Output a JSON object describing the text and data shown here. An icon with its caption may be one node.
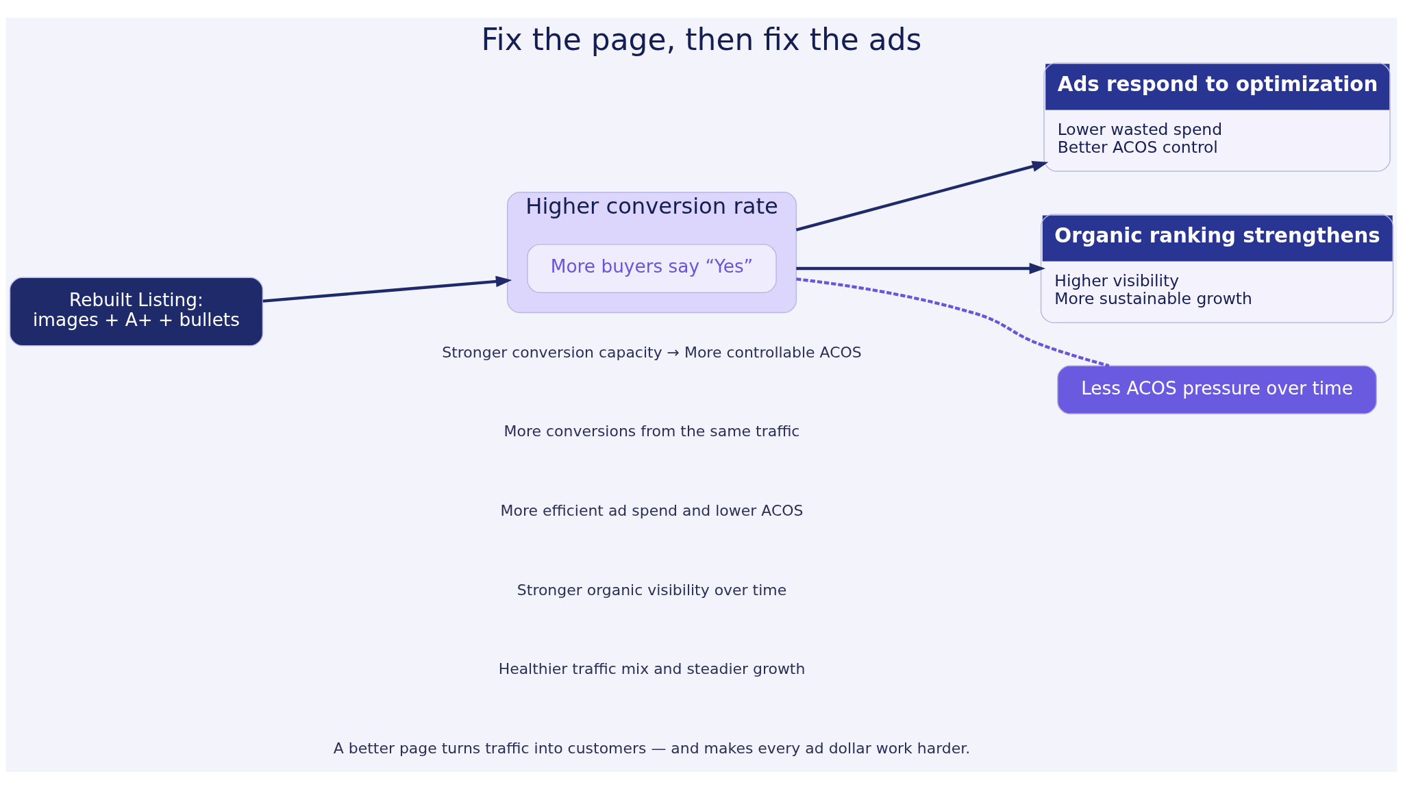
{
  "diagram": {
    "title": "Fix the page, then fix the ads",
    "nodes": [
      {
        "text": [
          "Rebuilt Listing:",
          "images + A+ + bullets"
        ]
      },
      {
        "text": [
          "Higher conversion rate"
        ]
      },
      {
        "text": [
          "More buyers say “Yes”"
        ],
        "in": 1
      },
      {
        "text": [
          "Ads respond to optimization",
          "Lower wasted spend",
          "Better ACOS control"
        ]
      },
      {
        "text": [
          "Organic ranking strengthens",
          "Higher visibility",
          "More sustainable growth"
        ]
      },
      {
        "text": [
          "Less ACOS pressure over time"
        ]
      }
    ],
    "edges": [
      {
        "from": 0,
        "to": 1,
        "arrow": "to"
      },
      {
        "from": 1,
        "to": 3,
        "arrow": "to"
      },
      {
        "from": 1,
        "to": 4,
        "arrow": "to"
      },
      {
        "from": 1,
        "to": 5,
        "arrow": "none",
        "style": "dashed",
        "color": "#6a55d8"
      }
    ],
    "labels": [
      "Stronger conversion capacity → More controllable ACOS",
      "More conversions from the same traffic",
      "More efficient ad spend and lower ACOS",
      "Stronger organic visibility over time",
      "Healthier traffic mix and steadier growth",
      "A better page turns traffic into customers — and makes every ad dollar work harder."
    ]
  }
}
